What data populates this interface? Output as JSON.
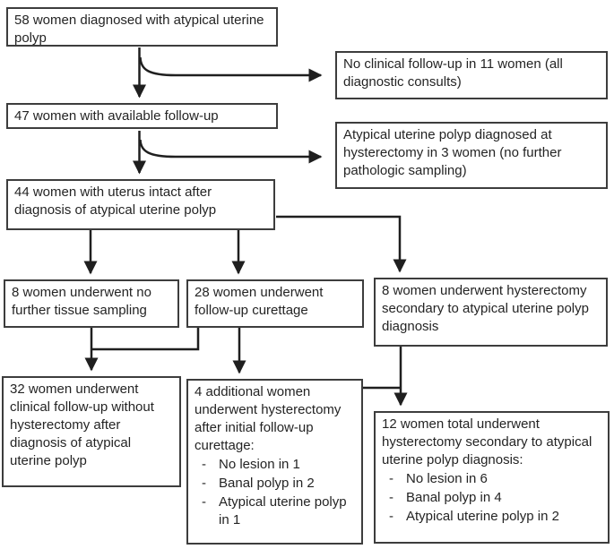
{
  "figure": {
    "type": "flowchart",
    "bullet_char": "-",
    "colors": {
      "background": "#ffffff",
      "box_border": "#3d3d3d",
      "arrow": "#1f1f1f",
      "text": "#242424"
    }
  },
  "boxes": {
    "diagnosed_58": {
      "text": "58 women diagnosed with atypical uterine polyp"
    },
    "no_clinical_followup_11": {
      "text": "No clinical follow-up in 11 women (all diagnostic consults)"
    },
    "followup_47": {
      "text": "47 women with available follow-up"
    },
    "diagnosed_at_hysterectomy_3": {
      "text": "Atypical uterine polyp diagnosed at hysterectomy in 3 women (no further pathologic sampling)"
    },
    "uterus_intact_44": {
      "text": "44 women with uterus intact after diagnosis of atypical uterine polyp"
    },
    "no_sampling_8": {
      "text": "8 women underwent no further tissue sampling"
    },
    "curettage_28": {
      "text": "28 women underwent follow-up curettage"
    },
    "hysterectomy_8": {
      "text": "8 women underwent hysterectomy secondary to atypical uterine polyp diagnosis"
    },
    "clinical_followup_32": {
      "text": "32 women underwent clinical follow-up without hysterectomy after diagnosis of atypical uterine polyp"
    },
    "additional_4": {
      "text": "4 additional women underwent hysterectomy after initial follow-up curettage:",
      "items": [
        "No lesion in 1",
        "Banal polyp in 2",
        "Atypical uterine polyp in 1"
      ]
    },
    "total_12": {
      "text": "12 women total underwent hysterectomy secondary to atypical uterine polyp diagnosis:",
      "items": [
        "No lesion in 6",
        "Banal polyp in 4",
        "Atypical uterine polyp in 2"
      ]
    }
  }
}
